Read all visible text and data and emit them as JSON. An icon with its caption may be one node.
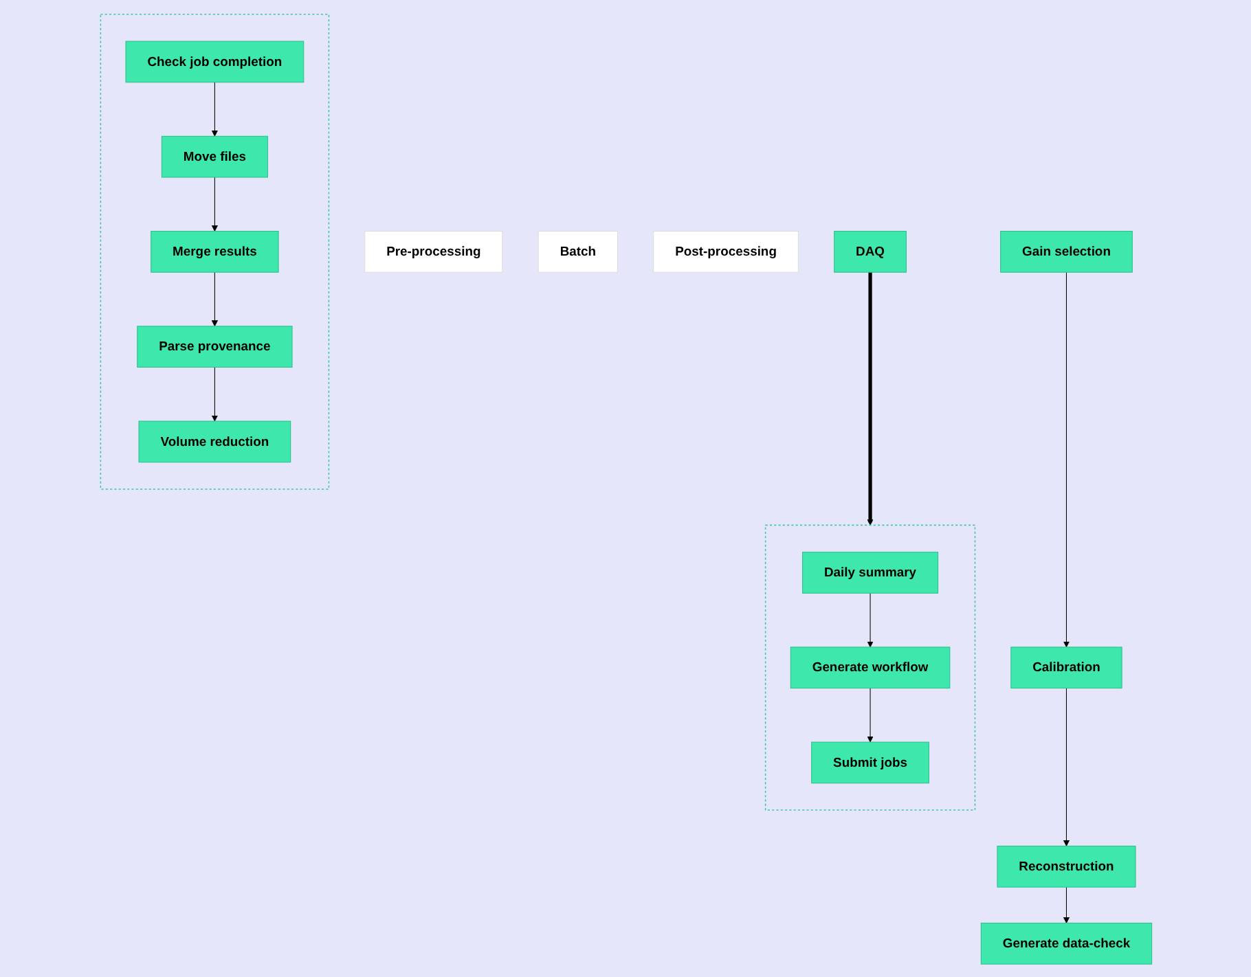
{
  "diagram": {
    "nodes": [
      {
        "text": [
          "Pre-processing"
        ]
      },
      {
        "text": [
          "Batch"
        ]
      },
      {
        "text": [
          "Post-processing"
        ]
      },
      {
        "text": [
          "DAQ"
        ]
      },
      {
        "text": [],
        "shape": "box"
      },
      {
        "text": [
          "Daily summary"
        ],
        "in": 4
      },
      {
        "text": [
          "Generate workflow"
        ],
        "in": 4
      },
      {
        "text": [
          "Submit jobs"
        ],
        "in": 4
      },
      {
        "text": [
          "Gain selection"
        ]
      },
      {
        "text": [
          "Calibration"
        ]
      },
      {
        "text": [
          "Reconstruction"
        ]
      },
      {
        "text": [
          "Generate data-check"
        ]
      },
      {
        "text": [],
        "shape": "box"
      },
      {
        "text": [
          "Check job completion"
        ],
        "in": 12
      },
      {
        "text": [
          "Move files"
        ],
        "in": 12
      },
      {
        "text": [
          "Merge results"
        ],
        "in": 12
      },
      {
        "text": [
          "Parse provenance"
        ],
        "in": 12
      },
      {
        "text": [
          "Volume reduction"
        ],
        "in": 12
      }
    ],
    "edges": [
      {
        "from": 3,
        "to": 4,
        "arrow": "to",
        "style": "thick"
      },
      {
        "from": 5,
        "to": 6,
        "arrow": "to"
      },
      {
        "from": 6,
        "to": 7,
        "arrow": "to"
      },
      {
        "from": 8,
        "to": 9,
        "arrow": "to"
      },
      {
        "from": 9,
        "to": 10,
        "arrow": "to"
      },
      {
        "from": 10,
        "to": 11,
        "arrow": "to"
      },
      {
        "from": 13,
        "to": 14,
        "arrow": "to"
      },
      {
        "from": 14,
        "to": 15,
        "arrow": "to"
      },
      {
        "from": 15,
        "to": 16,
        "arrow": "to"
      },
      {
        "from": 16,
        "to": 17,
        "arrow": "to"
      }
    ]
  }
}
